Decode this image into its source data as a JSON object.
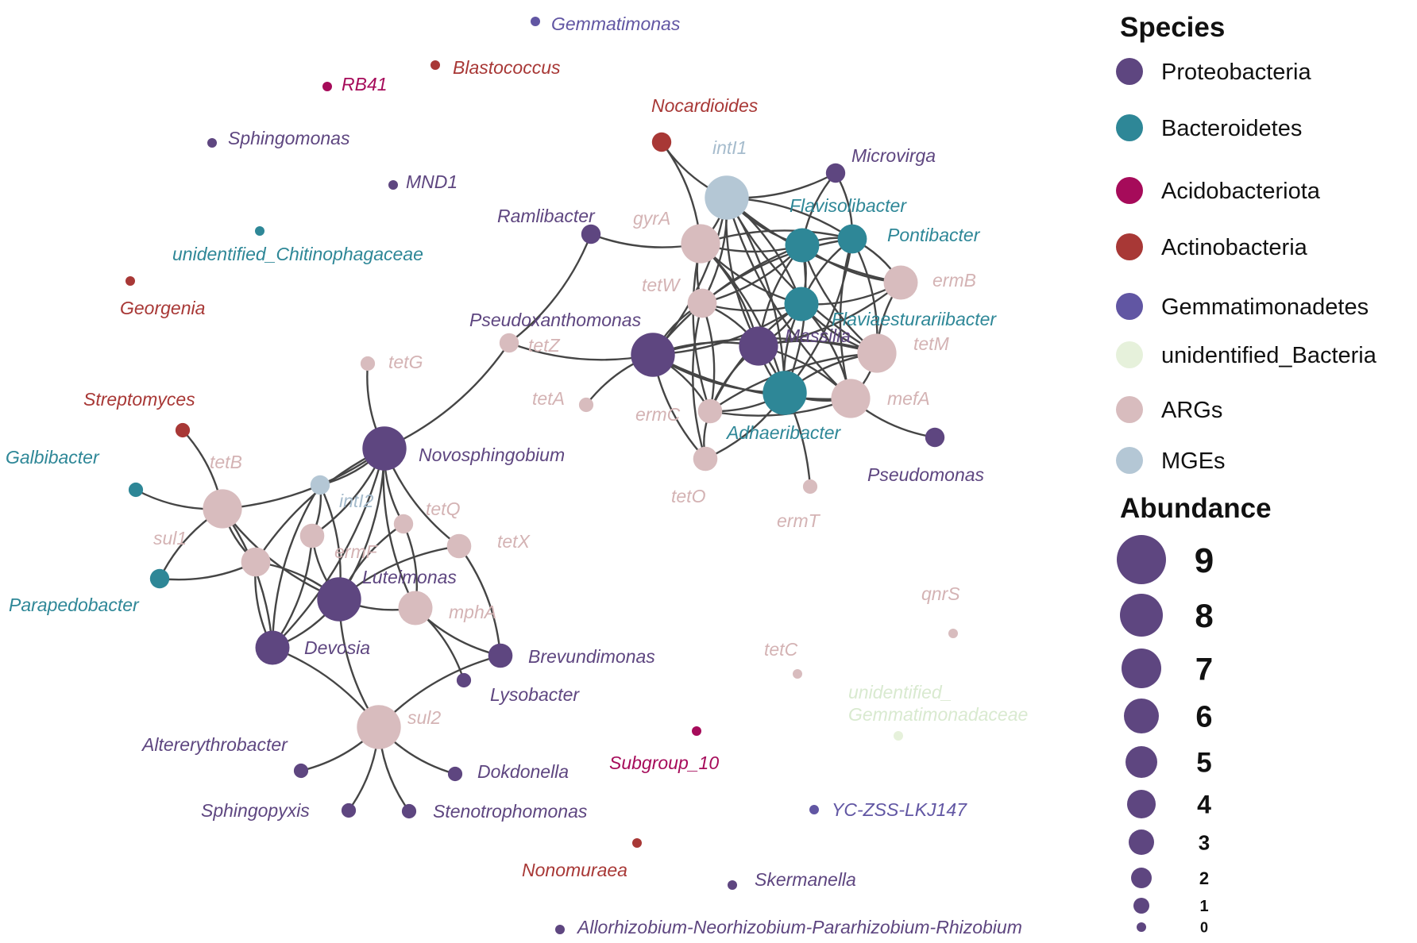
{
  "colors": {
    "Proteobacteria": "#5e4680",
    "Bacteroidetes": "#2e8797",
    "Acidobacteriota": "#a60b5a",
    "Actinobacteria": "#a83836",
    "Gemmatimonadetes": "#6156a3",
    "unidentified_Bacteria": "#e6f1db",
    "ARGs": "#d8bcbe",
    "MGEs": "#b4c7d5"
  },
  "label_colors": {
    "Proteobacteria": "#5e4680",
    "Bacteroidetes": "#2e8797",
    "Acidobacteriota": "#a60b5a",
    "Actinobacteria": "#a83836",
    "Gemmatimonadetes": "#6156a3",
    "unidentified_Bacteria": "#d9ead0",
    "ARGs": "#d4b3b4",
    "MGEs": "#a6bccd"
  },
  "legend": {
    "species_title": "Species",
    "species": [
      {
        "key": "Proteobacteria",
        "label": "Proteobacteria"
      },
      {
        "key": "Bacteroidetes",
        "label": "Bacteroidetes"
      },
      {
        "key": "Acidobacteriota",
        "label": "Acidobacteriota"
      },
      {
        "key": "Actinobacteria",
        "label": "Actinobacteria"
      },
      {
        "key": "Gemmatimonadetes",
        "label": "Gemmatimonadetes"
      },
      {
        "key": "unidentified_Bacteria",
        "label": "unidentified_Bacteria"
      },
      {
        "key": "ARGs",
        "label": "ARGs"
      },
      {
        "key": "MGEs",
        "label": "MGEs"
      }
    ],
    "abundance_title": "Abundance",
    "abundance_levels": [
      9,
      8,
      7,
      6,
      5,
      4,
      3,
      2,
      1,
      0
    ]
  },
  "nodes": [
    {
      "id": "Gemmatimonas",
      "label": "Gemmatimonas",
      "group": "Gemmatimonadetes",
      "abundance": 0
    },
    {
      "id": "Blastococcus",
      "label": "Blastococcus",
      "group": "Actinobacteria",
      "abundance": 0
    },
    {
      "id": "RB41",
      "label": "RB41",
      "group": "Acidobacteriota",
      "abundance": 0
    },
    {
      "id": "Sphingomonas",
      "label": "Sphingomonas",
      "group": "Proteobacteria",
      "abundance": 0
    },
    {
      "id": "MND1",
      "label": "MND1",
      "group": "Proteobacteria",
      "abundance": 0
    },
    {
      "id": "unidentified_Chitinophagaceae",
      "label": "unidentified_Chitinophagaceae",
      "group": "Bacteroidetes",
      "abundance": 0
    },
    {
      "id": "Georgenia",
      "label": "Georgenia",
      "group": "Actinobacteria",
      "abundance": 0
    },
    {
      "id": "Nocardioides",
      "label": "Nocardioides",
      "group": "Actinobacteria",
      "abundance": 2
    },
    {
      "id": "intI1",
      "label": "intI1",
      "group": "MGEs",
      "abundance": 7
    },
    {
      "id": "Microvirga",
      "label": "Microvirga",
      "group": "Proteobacteria",
      "abundance": 2
    },
    {
      "id": "Ramlibacter",
      "label": "Ramlibacter",
      "group": "Proteobacteria",
      "abundance": 2
    },
    {
      "id": "gyrA",
      "label": "gyrA",
      "group": "ARGs",
      "abundance": 6
    },
    {
      "id": "Flavisolibacter",
      "label": "Flavisolibacter",
      "group": "Bacteroidetes",
      "abundance": 5
    },
    {
      "id": "Pontibacter",
      "label": "Pontibacter",
      "group": "Bacteroidetes",
      "abundance": 4
    },
    {
      "id": "ermB",
      "label": "ermB",
      "group": "ARGs",
      "abundance": 5
    },
    {
      "id": "tetW",
      "label": "tetW",
      "group": "ARGs",
      "abundance": 4
    },
    {
      "id": "Flaviaesturariibacter",
      "label": "Flaviaesturariibacter",
      "group": "Bacteroidetes",
      "abundance": 5
    },
    {
      "id": "Pseudoxanthomonas",
      "label": "Pseudoxanthomonas",
      "group": "Proteobacteria",
      "abundance": 7
    },
    {
      "id": "tetZ",
      "label": "tetZ",
      "group": "ARGs",
      "abundance": 2
    },
    {
      "id": "Massilia",
      "label": "Massilia",
      "group": "Proteobacteria",
      "abundance": 6
    },
    {
      "id": "tetM",
      "label": "tetM",
      "group": "ARGs",
      "abundance": 6
    },
    {
      "id": "tetG",
      "label": "tetG",
      "group": "ARGs",
      "abundance": 1
    },
    {
      "id": "tetA",
      "label": "tetA",
      "group": "ARGs",
      "abundance": 1
    },
    {
      "id": "ermC",
      "label": "ermC",
      "group": "ARGs",
      "abundance": 3
    },
    {
      "id": "Adhaeribacter",
      "label": "Adhaeribacter",
      "group": "Bacteroidetes",
      "abundance": 7
    },
    {
      "id": "mefA",
      "label": "mefA",
      "group": "ARGs",
      "abundance": 6
    },
    {
      "id": "Pseudomonas",
      "label": "Pseudomonas",
      "group": "Proteobacteria",
      "abundance": 2
    },
    {
      "id": "tetO",
      "label": "tetO",
      "group": "ARGs",
      "abundance": 3
    },
    {
      "id": "ermT",
      "label": "ermT",
      "group": "ARGs",
      "abundance": 1
    },
    {
      "id": "Streptomyces",
      "label": "Streptomyces",
      "group": "Actinobacteria",
      "abundance": 1
    },
    {
      "id": "Novosphingobium",
      "label": "Novosphingobium",
      "group": "Proteobacteria",
      "abundance": 7
    },
    {
      "id": "Galbibacter",
      "label": "Galbibacter",
      "group": "Bacteroidetes",
      "abundance": 1
    },
    {
      "id": "tetB",
      "label": "tetB",
      "group": "ARGs",
      "abundance": 6
    },
    {
      "id": "intI2",
      "label": "intI2",
      "group": "MGEs",
      "abundance": 2
    },
    {
      "id": "tetQ",
      "label": "tetQ",
      "group": "ARGs",
      "abundance": 2
    },
    {
      "id": "sul1",
      "label": "sul1",
      "group": "ARGs",
      "abundance": 4
    },
    {
      "id": "ermF",
      "label": "ermF",
      "group": "ARGs",
      "abundance": 3
    },
    {
      "id": "tetX",
      "label": "tetX",
      "group": "ARGs",
      "abundance": 3
    },
    {
      "id": "Parapedobacter",
      "label": "Parapedobacter",
      "group": "Bacteroidetes",
      "abundance": 2
    },
    {
      "id": "Luteimonas",
      "label": "Luteimonas",
      "group": "Proteobacteria",
      "abundance": 7
    },
    {
      "id": "mphA",
      "label": "mphA",
      "group": "ARGs",
      "abundance": 5
    },
    {
      "id": "Devosia",
      "label": "Devosia",
      "group": "Proteobacteria",
      "abundance": 5
    },
    {
      "id": "Brevundimonas",
      "label": "Brevundimonas",
      "group": "Proteobacteria",
      "abundance": 3
    },
    {
      "id": "Lysobacter",
      "label": "Lysobacter",
      "group": "Proteobacteria",
      "abundance": 1
    },
    {
      "id": "sul2",
      "label": "sul2",
      "group": "ARGs",
      "abundance": 7
    },
    {
      "id": "Altererythrobacter",
      "label": "Altererythrobacter",
      "group": "Proteobacteria",
      "abundance": 1
    },
    {
      "id": "Dokdonella",
      "label": "Dokdonella",
      "group": "Proteobacteria",
      "abundance": 1
    },
    {
      "id": "Sphingopyxis",
      "label": "Sphingopyxis",
      "group": "Proteobacteria",
      "abundance": 1
    },
    {
      "id": "Stenotrophomonas",
      "label": "Stenotrophomonas",
      "group": "Proteobacteria",
      "abundance": 1
    },
    {
      "id": "qnrS",
      "label": "qnrS",
      "group": "ARGs",
      "abundance": 0
    },
    {
      "id": "tetC",
      "label": "tetC",
      "group": "ARGs",
      "abundance": 0
    },
    {
      "id": "unidentified_Gemmatimonadaceae",
      "label": "unidentified_\nGemmatimonadaceae",
      "group": "unidentified_Bacteria",
      "abundance": 0
    },
    {
      "id": "Subgroup_10",
      "label": "Subgroup_10",
      "group": "Acidobacteriota",
      "abundance": 0
    },
    {
      "id": "YC-ZSS-LKJ147",
      "label": "YC-ZSS-LKJ147",
      "group": "Gemmatimonadetes",
      "abundance": 0
    },
    {
      "id": "Nonomuraea",
      "label": "Nonomuraea",
      "group": "Actinobacteria",
      "abundance": 0
    },
    {
      "id": "Skermanella",
      "label": "Skermanella",
      "group": "Proteobacteria",
      "abundance": 0
    },
    {
      "id": "Allorhizobium",
      "label": "Allorhizobium-Neorhizobium-Pararhizobium-Rhizobium",
      "group": "Proteobacteria",
      "abundance": 0
    }
  ],
  "edges": [
    [
      "Nocardioides",
      "intI1"
    ],
    [
      "Nocardioides",
      "gyrA"
    ],
    [
      "intI1",
      "Microvirga"
    ],
    [
      "intI1",
      "gyrA"
    ],
    [
      "intI1",
      "Flavisolibacter"
    ],
    [
      "intI1",
      "Pontibacter"
    ],
    [
      "intI1",
      "ermB"
    ],
    [
      "intI1",
      "tetW"
    ],
    [
      "intI1",
      "Massilia"
    ],
    [
      "intI1",
      "Flaviaesturariibacter"
    ],
    [
      "intI1",
      "tetM"
    ],
    [
      "intI1",
      "Adhaeribacter"
    ],
    [
      "intI1",
      "mefA"
    ],
    [
      "intI1",
      "Pseudoxanthomonas"
    ],
    [
      "Microvirga",
      "Flavisolibacter"
    ],
    [
      "Microvirga",
      "Pontibacter"
    ],
    [
      "Ramlibacter",
      "gyrA"
    ],
    [
      "Ramlibacter",
      "tetZ"
    ],
    [
      "gyrA",
      "Flavisolibacter"
    ],
    [
      "gyrA",
      "Pontibacter"
    ],
    [
      "gyrA",
      "Flaviaesturariibacter"
    ],
    [
      "gyrA",
      "Massilia"
    ],
    [
      "gyrA",
      "tetW"
    ],
    [
      "gyrA",
      "Adhaeribacter"
    ],
    [
      "gyrA",
      "ermC"
    ],
    [
      "Flavisolibacter",
      "Pontibacter"
    ],
    [
      "Flavisolibacter",
      "ermB"
    ],
    [
      "Flavisolibacter",
      "tetW"
    ],
    [
      "Flavisolibacter",
      "Massilia"
    ],
    [
      "Flavisolibacter",
      "Flaviaesturariibacter"
    ],
    [
      "Flavisolibacter",
      "tetM"
    ],
    [
      "Flavisolibacter",
      "Adhaeribacter"
    ],
    [
      "Flavisolibacter",
      "Pseudoxanthomonas"
    ],
    [
      "Pontibacter",
      "ermB"
    ],
    [
      "Pontibacter",
      "Flaviaesturariibacter"
    ],
    [
      "Pontibacter",
      "tetM"
    ],
    [
      "Pontibacter",
      "mefA"
    ],
    [
      "Pontibacter",
      "Adhaeribacter"
    ],
    [
      "Pontibacter",
      "tetW"
    ],
    [
      "ermB",
      "Flaviaesturariibacter"
    ],
    [
      "ermB",
      "tetM"
    ],
    [
      "ermB",
      "Massilia"
    ],
    [
      "tetW",
      "Flaviaesturariibacter"
    ],
    [
      "tetW",
      "Massilia"
    ],
    [
      "tetW",
      "Pseudoxanthomonas"
    ],
    [
      "tetW",
      "ermC"
    ],
    [
      "tetW",
      "tetO"
    ],
    [
      "Flaviaesturariibacter",
      "Massilia"
    ],
    [
      "Flaviaesturariibacter",
      "tetM"
    ],
    [
      "Flaviaesturariibacter",
      "mefA"
    ],
    [
      "Flaviaesturariibacter",
      "Adhaeribacter"
    ],
    [
      "Flaviaesturariibacter",
      "Pseudoxanthomonas"
    ],
    [
      "Flaviaesturariibacter",
      "ermC"
    ],
    [
      "Pseudoxanthomonas",
      "tetZ"
    ],
    [
      "Pseudoxanthomonas",
      "tetA"
    ],
    [
      "Pseudoxanthomonas",
      "Massilia"
    ],
    [
      "Pseudoxanthomonas",
      "Adhaeribacter"
    ],
    [
      "Pseudoxanthomonas",
      "ermC"
    ],
    [
      "Pseudoxanthomonas",
      "mefA"
    ],
    [
      "Pseudoxanthomonas",
      "tetM"
    ],
    [
      "Pseudoxanthomonas",
      "tetO"
    ],
    [
      "Massilia",
      "tetM"
    ],
    [
      "Massilia",
      "Adhaeribacter"
    ],
    [
      "Massilia",
      "mefA"
    ],
    [
      "Massilia",
      "ermC"
    ],
    [
      "Massilia",
      "ermT"
    ],
    [
      "tetM",
      "Adhaeribacter"
    ],
    [
      "tetM",
      "mefA"
    ],
    [
      "tetM",
      "ermC"
    ],
    [
      "Adhaeribacter",
      "ermC"
    ],
    [
      "Adhaeribacter",
      "mefA"
    ],
    [
      "Adhaeribacter",
      "tetO"
    ],
    [
      "mefA",
      "Pseudomonas"
    ],
    [
      "mefA",
      "ermC"
    ],
    [
      "ermC",
      "tetO"
    ],
    [
      "tetZ",
      "Novosphingobium"
    ],
    [
      "tetG",
      "Novosphingobium"
    ],
    [
      "Streptomyces",
      "tetB"
    ],
    [
      "Galbibacter",
      "tetB"
    ],
    [
      "Parapedobacter",
      "tetB"
    ],
    [
      "Parapedobacter",
      "sul1"
    ],
    [
      "Novosphingobium",
      "tetB"
    ],
    [
      "Novosphingobium",
      "sul1"
    ],
    [
      "Novosphingobium",
      "intI2"
    ],
    [
      "Novosphingobium",
      "tetQ"
    ],
    [
      "Novosphingobium",
      "ermF"
    ],
    [
      "Novosphingobium",
      "tetX"
    ],
    [
      "Novosphingobium",
      "Luteimonas"
    ],
    [
      "Novosphingobium",
      "mphA"
    ],
    [
      "Novosphingobium",
      "Devosia"
    ],
    [
      "tetB",
      "sul1"
    ],
    [
      "tetB",
      "Devosia"
    ],
    [
      "tetB",
      "Luteimonas"
    ],
    [
      "intI2",
      "Luteimonas"
    ],
    [
      "intI2",
      "Devosia"
    ],
    [
      "intI2",
      "ermF"
    ],
    [
      "tetQ",
      "Luteimonas"
    ],
    [
      "tetQ",
      "mphA"
    ],
    [
      "tetX",
      "Luteimonas"
    ],
    [
      "tetX",
      "Brevundimonas"
    ],
    [
      "sul1",
      "Devosia"
    ],
    [
      "sul1",
      "Luteimonas"
    ],
    [
      "ermF",
      "Luteimonas"
    ],
    [
      "ermF",
      "Devosia"
    ],
    [
      "Luteimonas",
      "mphA"
    ],
    [
      "Luteimonas",
      "Devosia"
    ],
    [
      "Luteimonas",
      "sul2"
    ],
    [
      "mphA",
      "Lysobacter"
    ],
    [
      "mphA",
      "Brevundimonas"
    ],
    [
      "Devosia",
      "sul2"
    ],
    [
      "Brevundimonas",
      "sul2"
    ],
    [
      "sul2",
      "Altererythrobacter"
    ],
    [
      "sul2",
      "Dokdonella"
    ],
    [
      "sul2",
      "Sphingopyxis"
    ],
    [
      "sul2",
      "Stenotrophomonas"
    ]
  ]
}
